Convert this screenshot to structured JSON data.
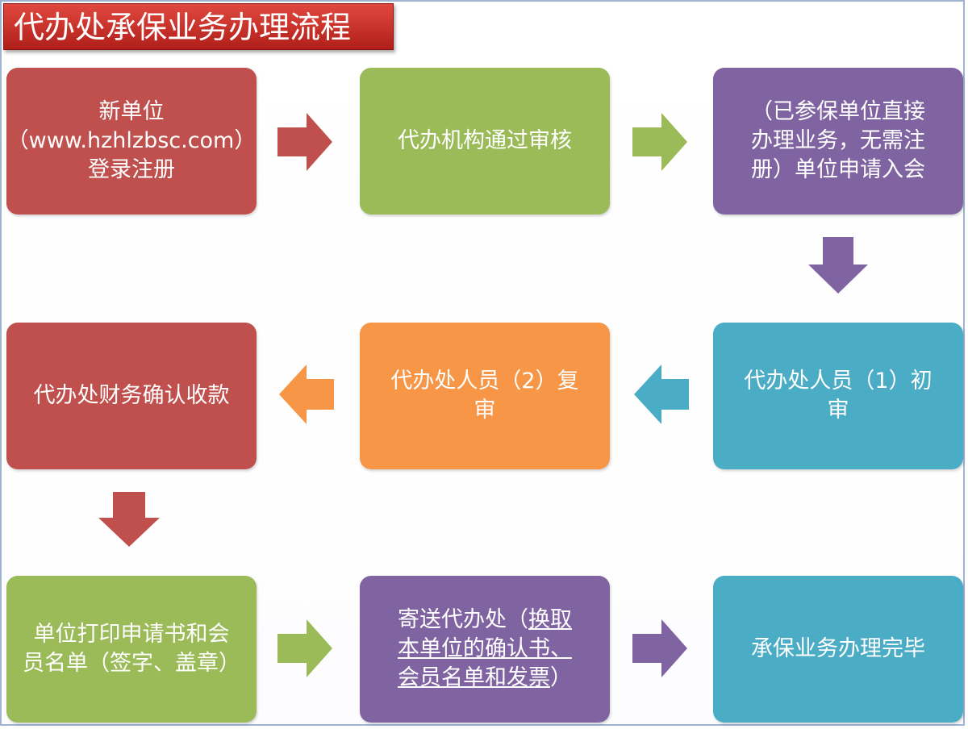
{
  "title": "代办处承保业务办理流程",
  "colors": {
    "red": "#c0504d",
    "green": "#9bbb59",
    "purple": "#8064a2",
    "teal": "#4bacc6",
    "orange": "#f79646"
  },
  "steps": [
    {
      "lines": [
        "新单位",
        "（www.hzhlzbsc.com）",
        "登录注册"
      ]
    },
    {
      "lines": [
        "代办机构通过审核"
      ]
    },
    {
      "lines": [
        "（已参保单位直接",
        "办理业务，无需注",
        "册）单位申请入会"
      ]
    },
    {
      "lines": [
        "代办处人员（1）初",
        "审"
      ]
    },
    {
      "lines": [
        "代办处人员（2）复",
        "审"
      ]
    },
    {
      "lines": [
        "代办处财务确认收款"
      ]
    },
    {
      "lines": [
        "单位打印申请书和会",
        "员名单（签字、盖章）"
      ]
    },
    {
      "lines": [
        "寄送代办处（",
        "换取",
        "本单位的确认书、",
        "会员名单和发票",
        "）"
      ]
    },
    {
      "lines": [
        "承保业务办理完毕"
      ]
    }
  ]
}
